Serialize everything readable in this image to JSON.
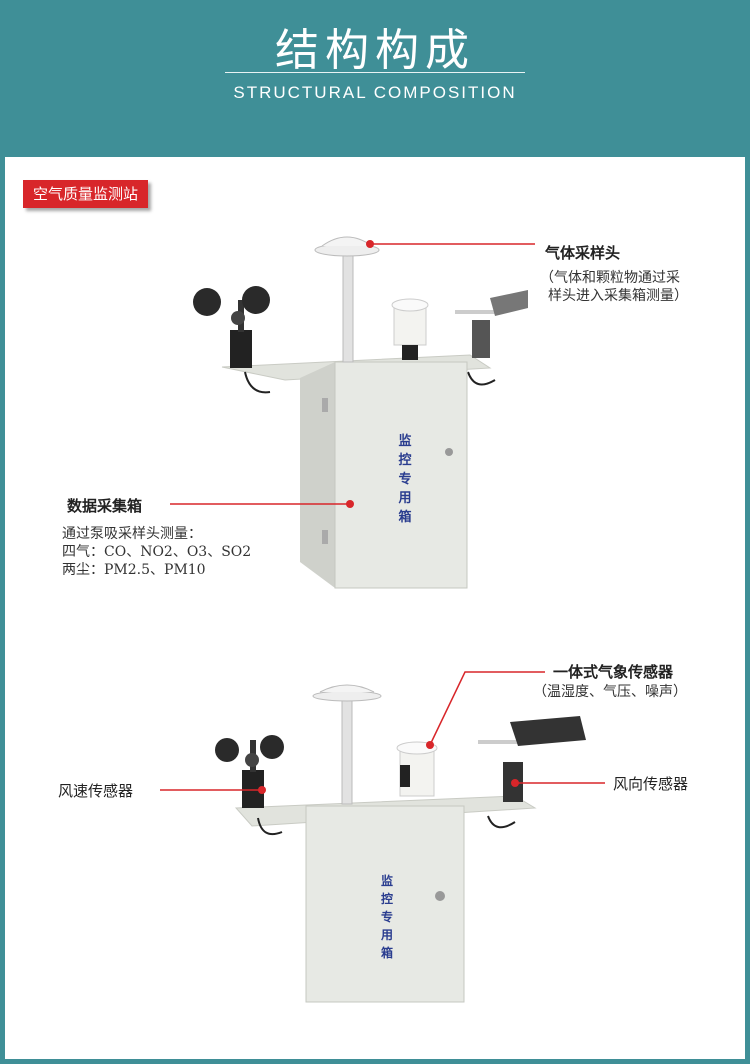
{
  "header": {
    "title": "结构构成",
    "subtitle": "STRUCTURAL COMPOSITION"
  },
  "section_tag": "空气质量监测站",
  "top_station": {
    "box_text": [
      "监",
      "控",
      "专",
      "用",
      "箱"
    ],
    "gas_sampler": {
      "label": "气体采样头",
      "desc_line1": "（气体和颗粒物通过采",
      "desc_line2": "样头进入采集箱测量）"
    },
    "data_box": {
      "label": "数据采集箱",
      "desc_line1": "通过泵吸采样头测量：",
      "desc_line2": "四气：CO、NO2、O3、SO2",
      "desc_line3": "两尘：PM2.5、PM10"
    }
  },
  "bottom_station": {
    "box_text": [
      "监",
      "控",
      "专",
      "用",
      "箱"
    ],
    "weather_sensor": {
      "label": "一体式气象传感器",
      "desc": "（温湿度、气压、噪声）"
    },
    "wind_speed_label": "风速传感器",
    "wind_dir_label": "风向传感器"
  },
  "colors": {
    "header_bg": "#3f8f97",
    "accent_red": "#d8262a",
    "cabinet": "#e7e9e4"
  }
}
